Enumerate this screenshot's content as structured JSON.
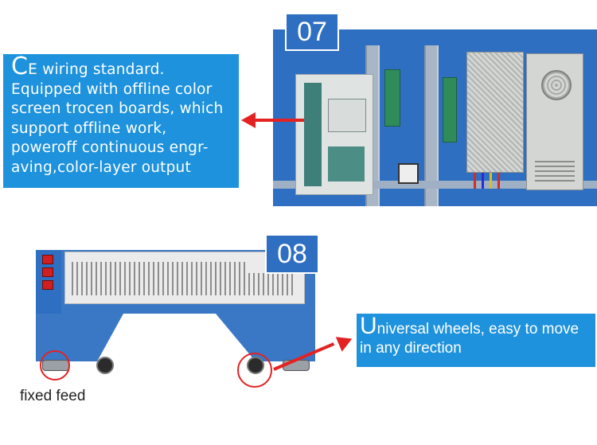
{
  "section_07": {
    "badge": "07",
    "description": {
      "lead_letter": "C",
      "line1_rest": "E wiring standard.",
      "line2": "Equipped with offline color",
      "line3": "screen trocen boards, which",
      "line4": "support offline work,",
      "line5": "poweroff continuous engr-",
      "line6": "aving,color-layer output"
    }
  },
  "section_08": {
    "badge": "08",
    "description": {
      "lead_letter": "U",
      "line1_rest": "niversal wheels, easy to move",
      "line2": "in any direction"
    },
    "caption": "fixed feed"
  },
  "colors": {
    "accent_blue": "#1e92dc",
    "badge_blue": "#2f6fc2",
    "arrow_red": "#e32222",
    "text_white": "#ffffff"
  }
}
